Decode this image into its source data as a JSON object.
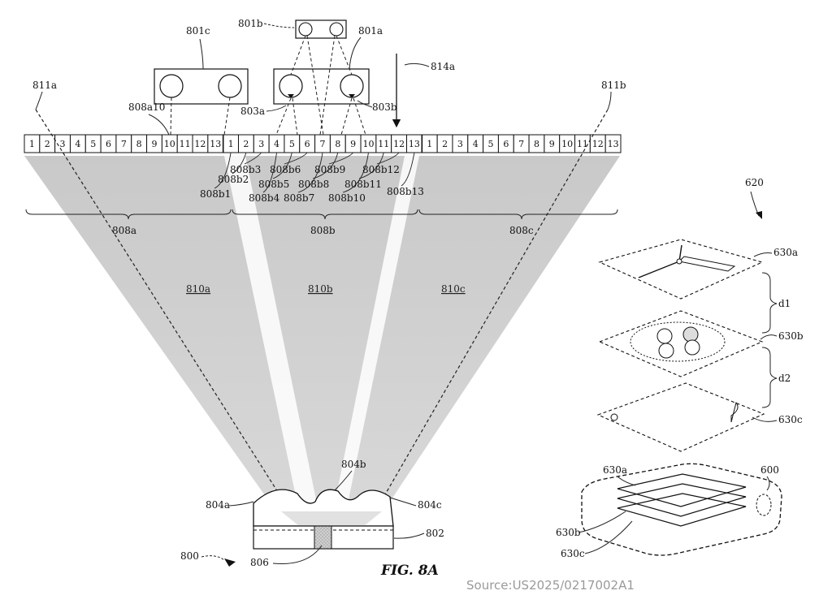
{
  "figure_label": "FIG. 8A",
  "source_text": "Source:US2025/0217002A1",
  "labels": {
    "r801a": "801a",
    "r801b": "801b",
    "r801c": "801c",
    "r803a": "803a",
    "r803b": "803b",
    "r808a10": "808a10",
    "r811a": "811a",
    "r811b": "811b",
    "r814a": "814a",
    "r808a": "808a",
    "r808b": "808b",
    "r808c": "808c",
    "r810a": "810a",
    "r810b": "810b",
    "r810c": "810c",
    "r800": "800",
    "r802": "802",
    "r804a": "804a",
    "r804b": "804b",
    "r804c": "804c",
    "r806": "806",
    "r620": "620",
    "r600": "600",
    "r630a_top": "630a",
    "r630b_top": "630b",
    "r630c_top": "630c",
    "r630a_bot": "630a",
    "r630b_bot": "630b",
    "r630c_bot": "630c",
    "rd1": "d1",
    "rd2": "d2"
  },
  "subpixel_labels": [
    "808b1",
    "808b2",
    "808b3",
    "808b4",
    "808b5",
    "808b6",
    "808b7",
    "808b8",
    "808b9",
    "808b10",
    "808b11",
    "808b12",
    "808b13"
  ],
  "pixel_row": [
    "1",
    "2",
    "3",
    "4",
    "5",
    "6",
    "7",
    "8",
    "9",
    "10",
    "11",
    "12",
    "13",
    "1",
    "2",
    "3",
    "4",
    "5",
    "6",
    "7",
    "8",
    "9",
    "10",
    "11",
    "12",
    "13",
    "1",
    "2",
    "3",
    "4",
    "5",
    "6",
    "7",
    "8",
    "9",
    "10",
    "11",
    "12",
    "13"
  ]
}
